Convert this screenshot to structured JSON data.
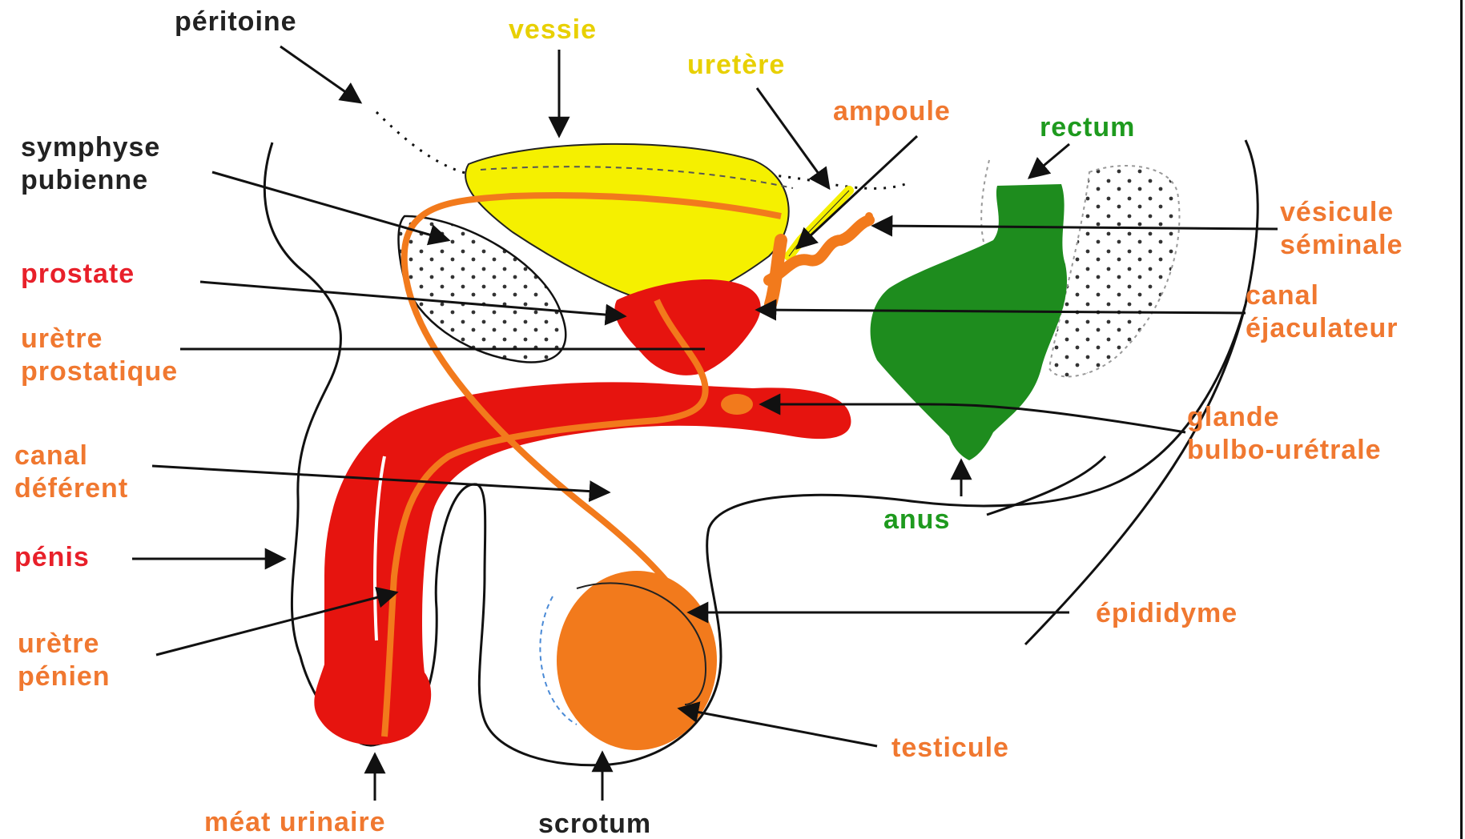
{
  "labels": {
    "peritoine": "péritoine",
    "vessie": "vessie",
    "uretere": "uretère",
    "ampoule": "ampoule",
    "rectum": "rectum",
    "symphyse_1": "symphyse",
    "symphyse_2": "pubienne",
    "vesicule_1": "vésicule",
    "vesicule_2": "séminale",
    "prostate": "prostate",
    "canal_ejac_1": "canal",
    "canal_ejac_2": "éjaculateur",
    "uretre_prost_1": "urètre",
    "uretre_prost_2": "prostatique",
    "glande_1": "glande",
    "glande_2": "bulbo-urétrale",
    "canal_def_1": "canal",
    "canal_def_2": "déférent",
    "anus": "anus",
    "penis": "pénis",
    "epididyme": "épididyme",
    "uretre_pen_1": "urètre",
    "uretre_pen_2": "pénien",
    "testicule": "testicule",
    "meat": "méat urinaire",
    "scrotum": "scrotum"
  },
  "colors": {
    "black_label": "#222222",
    "yellow_label": "#e8d000",
    "orange_label": "#f07830",
    "red_label": "#e8202a",
    "green_label": "#1e9a1e",
    "bladder": "#f5f000",
    "penis": "#e6140f",
    "orange_organ": "#f27a1c",
    "rectum": "#1e8c1e"
  }
}
